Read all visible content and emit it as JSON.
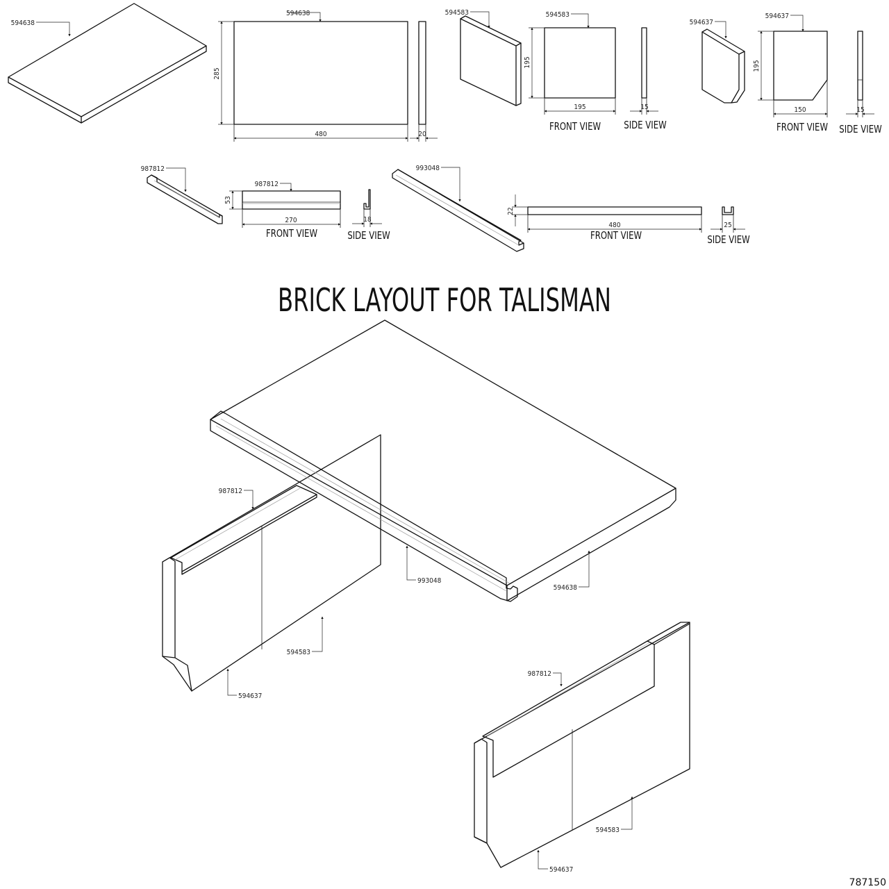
{
  "title": "BRICK LAYOUT FOR TALISMAN",
  "drawing_number": "787150",
  "view_labels": {
    "front": "FRONT VIEW",
    "side": "SIDE VIEW"
  },
  "parts": [
    {
      "code": "594638",
      "dimensions": {
        "length": "480",
        "height": "285",
        "thickness": "20"
      }
    },
    {
      "code": "594583",
      "dimensions": {
        "width": "195",
        "height": "195",
        "thickness": "15"
      }
    },
    {
      "code": "594637",
      "dimensions": {
        "width": "150",
        "height": "195",
        "thickness": "15"
      }
    },
    {
      "code": "987812",
      "dimensions": {
        "length": "270",
        "height": "53",
        "depth": "18"
      }
    },
    {
      "code": "993048",
      "dimensions": {
        "length": "480",
        "height": "22",
        "depth": "25"
      }
    }
  ],
  "callouts": {
    "p594638_iso": "594638",
    "p594638_front": "594638",
    "p594583_iso": "594583",
    "p594583_front": "594583",
    "p594637_iso": "594637",
    "p594637_front": "594637",
    "p987812_iso": "987812",
    "p987812_front": "987812",
    "p993048_iso": "993048",
    "assy_987812_left": "987812",
    "assy_993048": "993048",
    "assy_594638": "594638",
    "assy_594583_left": "594583",
    "assy_594637_left": "594637",
    "assy_987812_right": "987812",
    "assy_594583_right": "594583",
    "assy_594637_right": "594637"
  },
  "dimension_values": {
    "d594638_h": "285",
    "d594638_l": "480",
    "d594638_t": "20",
    "d594583_h": "195",
    "d594583_w": "195",
    "d594583_t": "15",
    "d594637_h": "195",
    "d594637_w": "150",
    "d594637_t": "15",
    "d987812_h": "53",
    "d987812_l": "270",
    "d987812_d": "18",
    "d993048_h": "22",
    "d993048_l": "480",
    "d993048_d": "25"
  }
}
